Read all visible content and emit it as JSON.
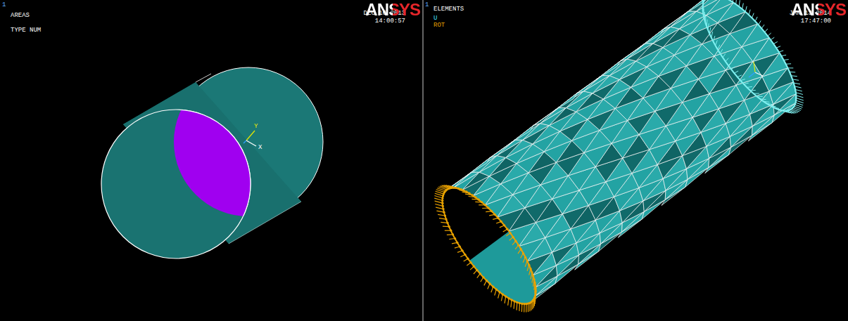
{
  "diagram": {
    "labels": [
      "1",
      "AREAS",
      "TYPE NUM",
      "DEC 16 2013",
      "14:00:57",
      "ANSYS",
      "Y",
      "X",
      "1",
      "ELEMENTS",
      "U",
      "ROT",
      "JAN 13 2014",
      "17:47:00",
      "ANSYS"
    ]
  }
}
